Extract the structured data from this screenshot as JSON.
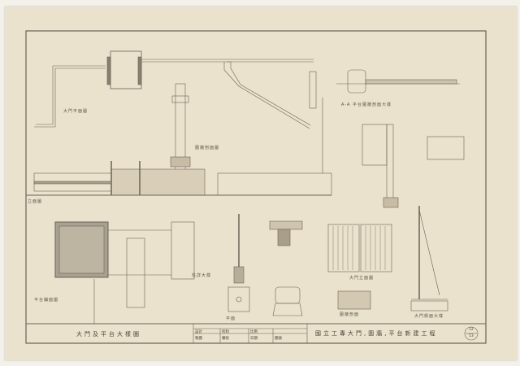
{
  "drawing": {
    "view_labels": {
      "gate_plan": "大門平面圖",
      "wall_section": "圍牆剖面圖",
      "elevation": "立面圖",
      "platform_plan": "平台鋪面圖",
      "gate_elevation": "大門立面圖",
      "gate_side": "大門側面大樣",
      "wall_detail": "圍牆剖面",
      "column_detail": "柱詳大樣",
      "section_aa": "A-A 平台圍牆剖面大樣",
      "plan_small": "平面"
    },
    "title_block": {
      "sheet_title": "大門及平台大樣圖",
      "project_title": "國立工專大門,圍牆,平台新建工程",
      "cells": [
        "設計",
        "製圖",
        "校對",
        "審核",
        "比例",
        "日期",
        "圖號"
      ],
      "sheet_number": "12",
      "sheet_total": "13"
    }
  },
  "colors": {
    "paper": "#ebe2cd",
    "ink": "#5a5348"
  }
}
